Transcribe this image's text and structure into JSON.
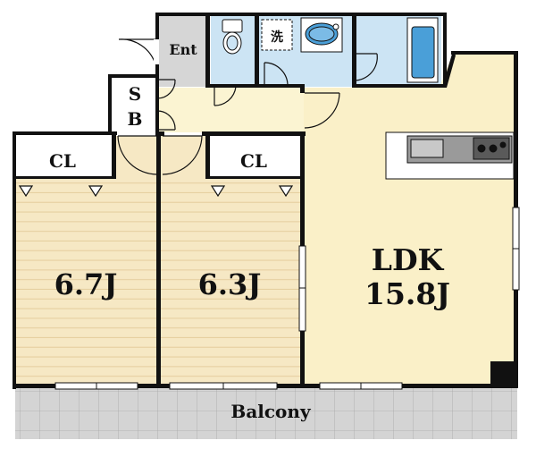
{
  "labels": {
    "entrance": "Ent",
    "sb_s": "S",
    "sb_b": "B",
    "closet_left": "CL",
    "closet_mid": "CL",
    "room1_size": "6.7J",
    "room2_size": "6.3J",
    "ldk_name": "LDK",
    "ldk_size": "15.8J",
    "balcony": "Balcony",
    "washer_mark": "洗"
  },
  "colors": {
    "wall": "#111111",
    "floor_room": "#f6e8c4",
    "floor_ldk": "#faf0c8",
    "floor_hall": "#fbf4d2",
    "floor_wet": "#cce4f4",
    "floor_entrance": "#d6d6d6",
    "closet": "#ffffff",
    "balcony_tile": "#d4d4d4",
    "plank_line": "#e6cfa0"
  }
}
